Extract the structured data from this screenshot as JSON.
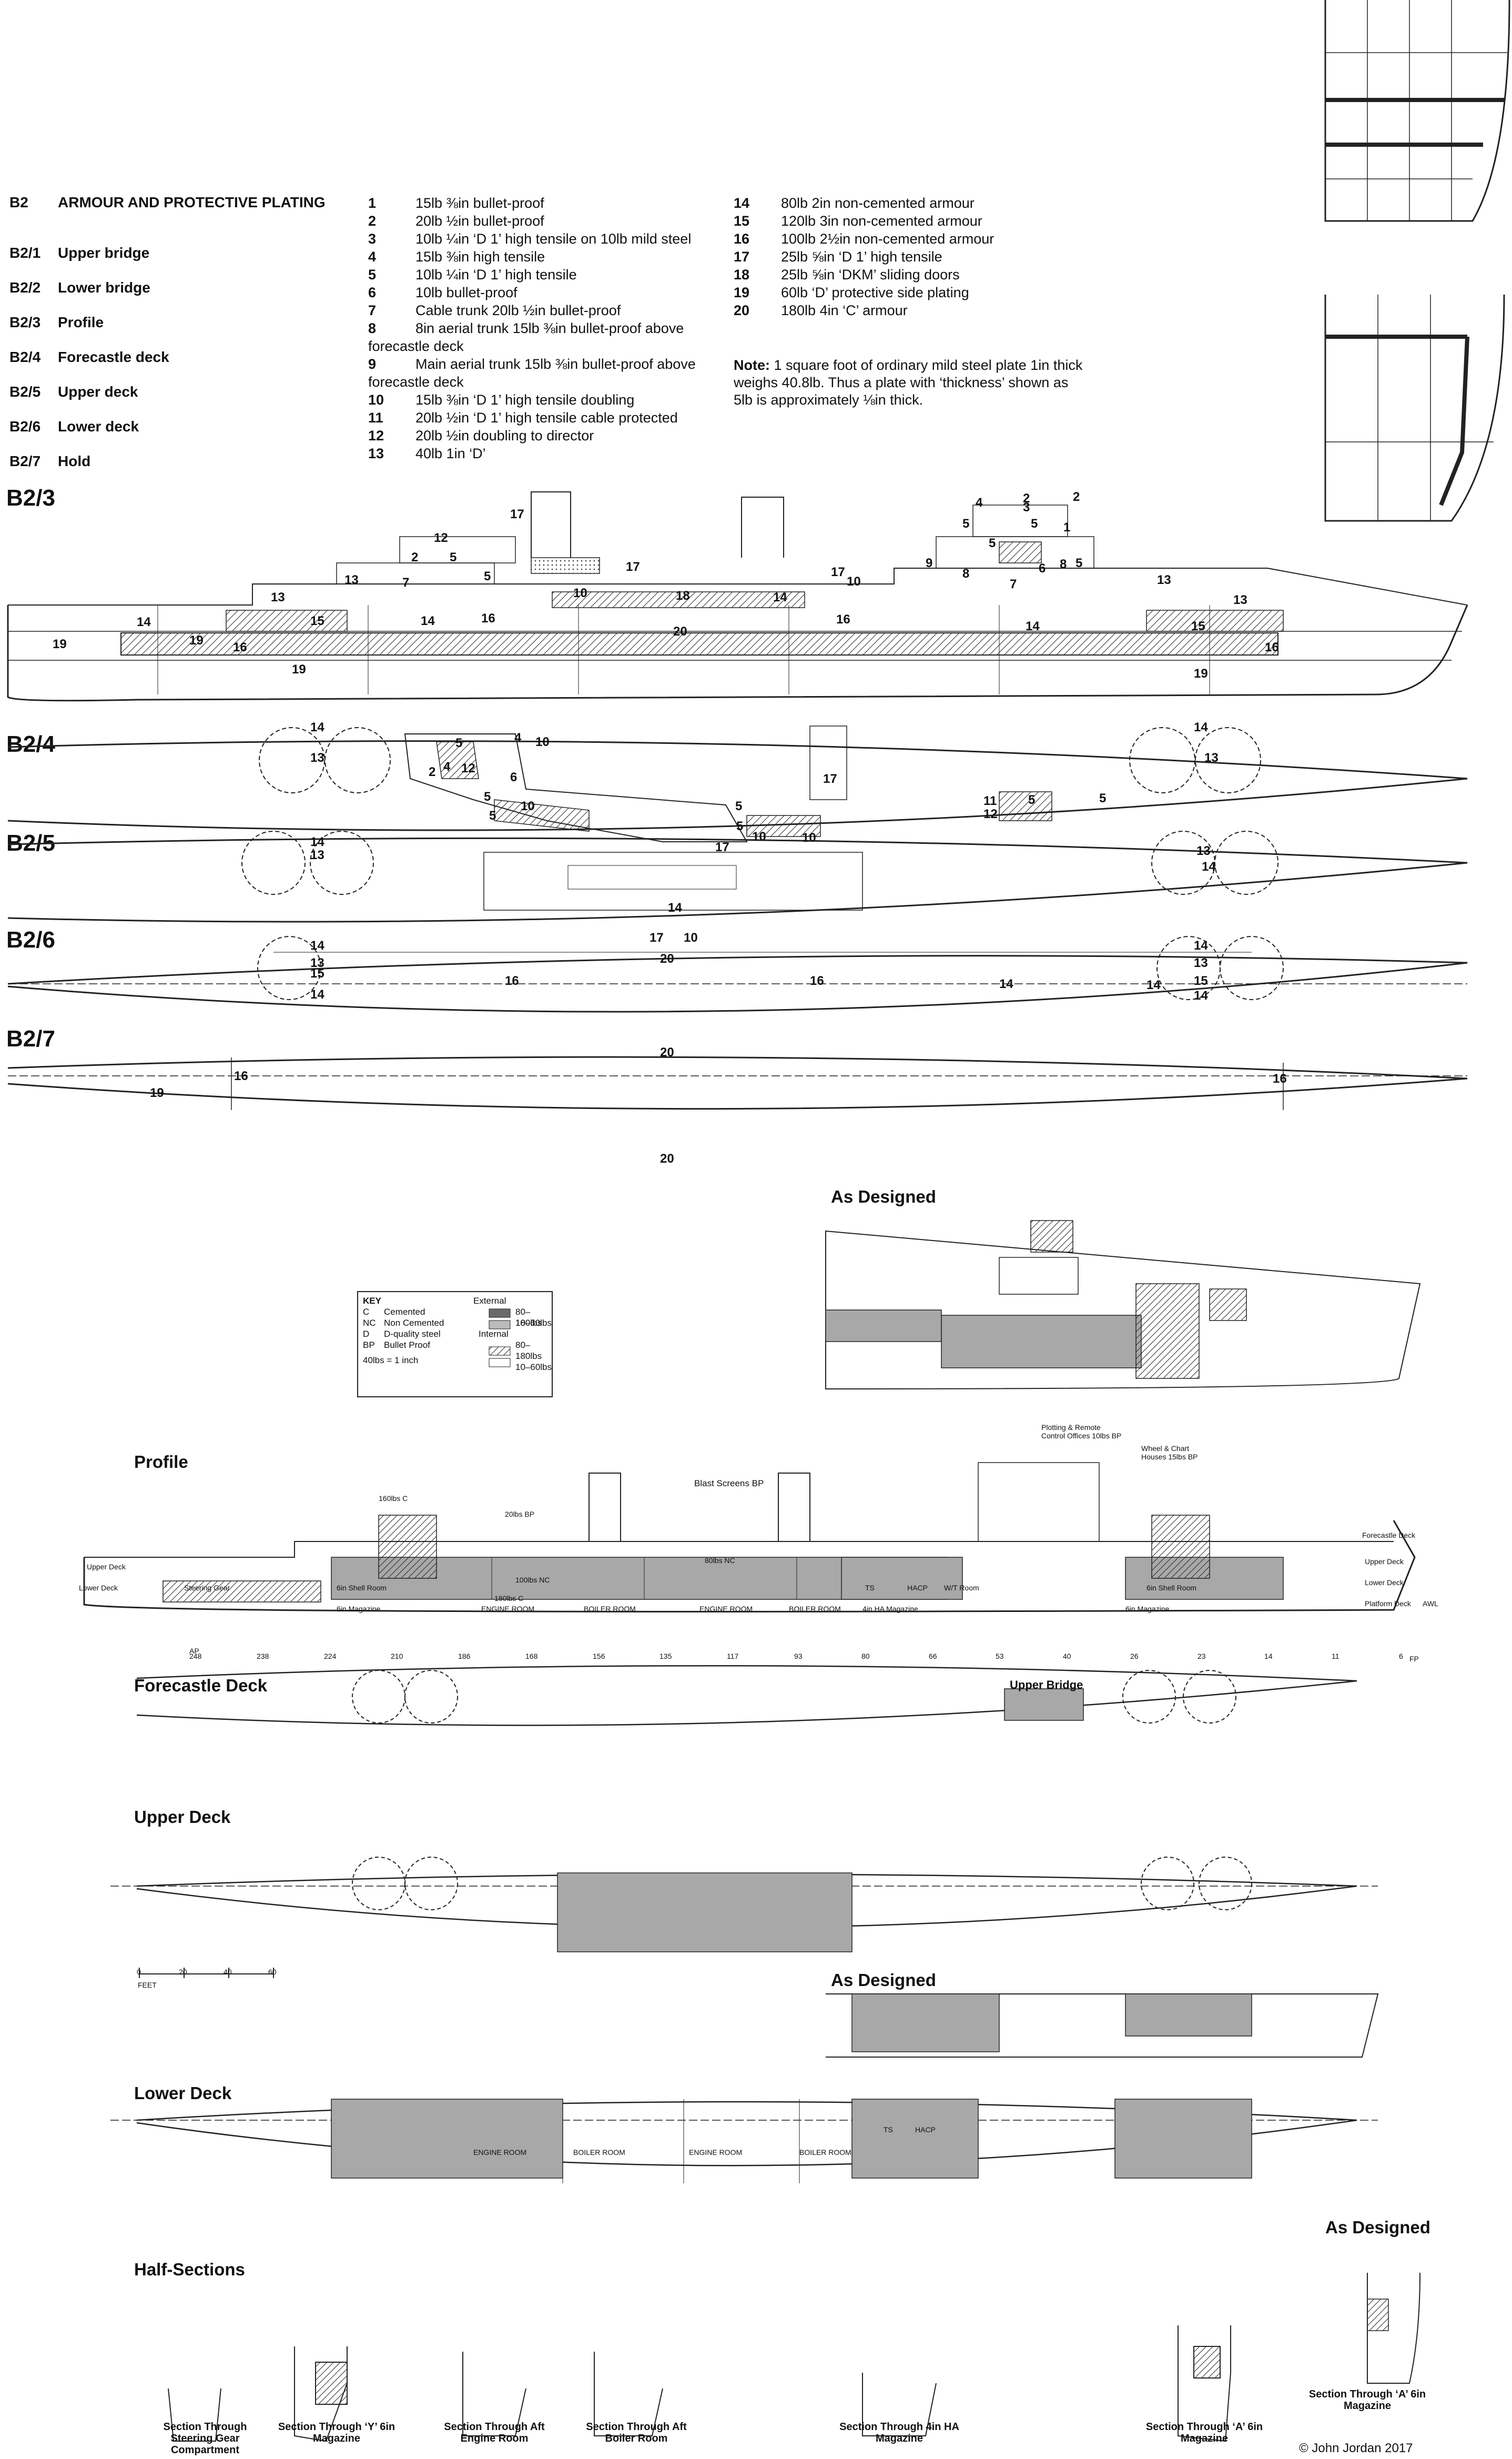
{
  "legend": {
    "title_code": "B2",
    "title": "ARMOUR AND PROTECTIVE PLATING",
    "views": [
      {
        "code": "B2/1",
        "label": "Upper bridge"
      },
      {
        "code": "B2/2",
        "label": "Lower bridge"
      },
      {
        "code": "B2/3",
        "label": "Profile"
      },
      {
        "code": "B2/4",
        "label": "Forecastle deck"
      },
      {
        "code": "B2/5",
        "label": "Upper deck"
      },
      {
        "code": "B2/6",
        "label": "Lower deck"
      },
      {
        "code": "B2/7",
        "label": "Hold"
      }
    ],
    "items_col1": [
      {
        "n": "1",
        "t": "15lb ⅜in bullet-proof"
      },
      {
        "n": "2",
        "t": "20lb ½in bullet-proof"
      },
      {
        "n": "3",
        "t": "10lb ¼in ‘D 1’ high tensile on 10lb mild steel"
      },
      {
        "n": "4",
        "t": "15lb ⅜in high tensile"
      },
      {
        "n": "5",
        "t": "10lb ¼in ‘D 1’ high tensile"
      },
      {
        "n": "6",
        "t": "10lb bullet-proof"
      },
      {
        "n": "7",
        "t": "Cable trunk 20lb ½in bullet-proof"
      },
      {
        "n": "8",
        "t": "8in aerial trunk 15lb ⅜in bullet-proof above forecastle deck"
      },
      {
        "n": "9",
        "t": "Main aerial trunk 15lb ⅜in bullet-proof above forecastle deck"
      },
      {
        "n": "10",
        "t": "15lb ⅜in ‘D 1’ high tensile doubling"
      },
      {
        "n": "11",
        "t": "20lb ½in ‘D 1’ high tensile cable protected"
      },
      {
        "n": "12",
        "t": "20lb ½in doubling to director"
      },
      {
        "n": "13",
        "t": "40lb 1in ‘D’"
      }
    ],
    "items_col2": [
      {
        "n": "14",
        "t": "80lb 2in non-cemented armour"
      },
      {
        "n": "15",
        "t": "120lb 3in non-cemented armour"
      },
      {
        "n": "16",
        "t": "100lb 2½in non-cemented armour"
      },
      {
        "n": "17",
        "t": "25lb ⅝in ‘D 1’ high tensile"
      },
      {
        "n": "18",
        "t": "25lb ⅝in ‘DKM’ sliding doors"
      },
      {
        "n": "19",
        "t": "60lb ‘D’ protective side plating"
      },
      {
        "n": "20",
        "t": "180lb 4in ‘C’ armour"
      }
    ],
    "note_label": "Note:",
    "note_text": "1 square foot of ordinary mild steel plate 1in thick weighs 40.8lb. Thus a plate with ‘thickness’ shown as 5lb is approximately ⅛in thick."
  },
  "views": {
    "b23": "B2/3",
    "b24": "B2/4",
    "b25": "B2/5",
    "b26": "B2/6",
    "b27": "B2/7"
  },
  "lower_half": {
    "as_designed": "As Designed",
    "profile": "Profile",
    "forecastle_deck": "Forecastle Deck",
    "upper_bridge": "Upper Bridge",
    "upper_deck": "Upper Deck",
    "lower_deck": "Lower Deck",
    "half_sections": "Half-Sections",
    "feet": "FEET",
    "scale_ticks": [
      "0",
      "20",
      "40",
      "60"
    ],
    "key": {
      "title": "KEY",
      "entries": [
        {
          "code": "C",
          "label": "Cemented"
        },
        {
          "code": "NC",
          "label": "Non Cemented"
        },
        {
          "code": "D",
          "label": "D-quality steel"
        },
        {
          "code": "BP",
          "label": "Bullet Proof"
        }
      ],
      "note": "40lbs = 1 inch",
      "external": "External",
      "internal": "Internal",
      "ext_entries": [
        "80–180lbs",
        "10–60lbs"
      ],
      "int_entries": [
        "80–180lbs",
        "10–60lbs"
      ]
    },
    "rooms": {
      "engine": "ENGINE ROOM",
      "boiler": "BOILER ROOM",
      "shell6": "6in Shell Room",
      "mag6": "6in Magazine",
      "steering": "Steering Gear",
      "ha_mag": "4in HA Magazine",
      "hacp": "HACP",
      "ts": "TS",
      "wt": "W/T Room"
    },
    "profile_labels": {
      "blast": "Blast Screens BP",
      "plotting": "Plotting & Remote Control Offices 10lbs BP",
      "wheel": "Wheel & Chart Houses 15lbs BP",
      "upper_deck_lbl": "Upper Deck",
      "lower_deck_lbl": "Lower Deck",
      "forecastle_lbl": "Forecastle Deck",
      "platform_lbl": "Platform Deck",
      "awl": "AWL",
      "ap": "AP",
      "fp": "FP",
      "lbs180c": "180lbs C",
      "lbs80nc": "80lbs NC",
      "lbs100nc": "100lbs NC",
      "lbs20bp": "20lbs BP",
      "lbs160c": "160lbs C"
    },
    "frames": [
      "248",
      "238",
      "224",
      "210",
      "186",
      "168",
      "156",
      "135",
      "117",
      "93",
      "80",
      "66",
      "53",
      "40",
      "26",
      "23",
      "14",
      "11",
      "6"
    ],
    "captions": [
      "Section Through Steering Gear Compartment",
      "Section Through ‘Y’ 6in Magazine",
      "Section Through Aft Engine Room",
      "Section Through Aft Boiler Room",
      "Section Through 4in HA Magazine",
      "Section Through ‘A’ 6in Magazine",
      "Section Through ‘A’ 6in Magazine"
    ],
    "copyright": "© John Jordan 2017"
  },
  "colors": {
    "shade": "#a8a8a8",
    "dark": "#6a6a6a",
    "line": "#222222"
  }
}
